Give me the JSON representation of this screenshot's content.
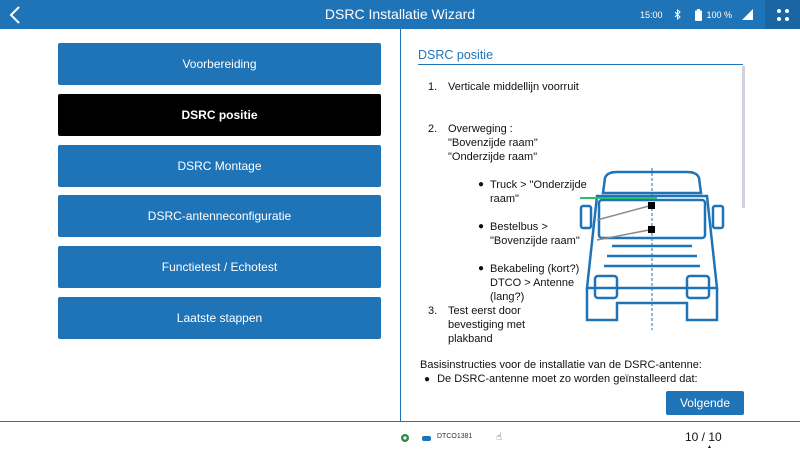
{
  "header": {
    "title": "DSRC Installatie Wizard",
    "time": "15:00",
    "battery_percent": "100 %"
  },
  "nav": {
    "items": [
      {
        "label": "Voorbereiding",
        "active": false
      },
      {
        "label": "DSRC positie",
        "active": true
      },
      {
        "label": "DSRC Montage",
        "active": false
      },
      {
        "label": "DSRC-antenneconfiguratie",
        "active": false
      },
      {
        "label": "Functietest / Echotest",
        "active": false
      },
      {
        "label": "Laatste stappen",
        "active": false
      }
    ]
  },
  "content": {
    "title": "DSRC positie",
    "steps": [
      {
        "num": "1.",
        "text": "Verticale middellijn voorruit"
      },
      {
        "num": "2.",
        "text": "Overweging : \"Bovenzijde raam\" \"Onderzijde raam\""
      },
      {
        "num": "3.",
        "text": "Test eerst door bevestiging met plakband"
      }
    ],
    "sub_items": [
      "Truck > \"Onderzijde raam\"",
      "Bestelbus > \"Bovenzijde raam\"",
      "Bekabeling (kort?) DTCO > Antenne (lang?)"
    ],
    "basis_title": "Basisinstructies voor de installatie van de DSRC-antenne:",
    "basis_bullet": "De DSRC-antenne moet zo worden geïnstalleerd dat:"
  },
  "footer": {
    "next_label": "Volgende",
    "device_label": "DTCO1381",
    "page": "10 / 10"
  },
  "icons": {
    "back": "back-arrow-icon",
    "bluetooth": "bluetooth-icon",
    "battery": "battery-icon",
    "signal": "signal-icon",
    "grid": "grid-menu-icon"
  },
  "colors": {
    "primary": "#1f73b7",
    "active": "#000000",
    "truck_marker_line": "#2dbe6c"
  }
}
